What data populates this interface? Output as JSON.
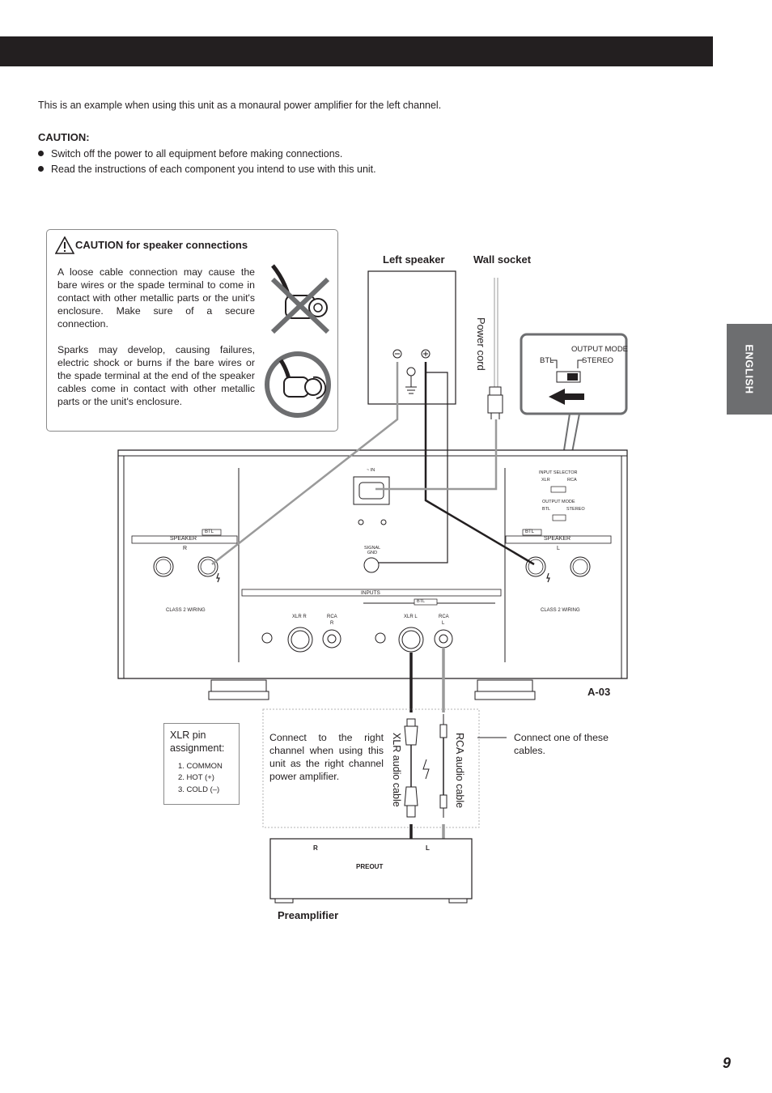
{
  "page": {
    "intro": "This is an example when using this unit as a monaural power amplifier for the left channel.",
    "caution_heading": "CAUTION:",
    "bullets": [
      "Switch off the power to all equipment before making connections.",
      "Read the instructions of each component you intend to use with this unit."
    ],
    "language_tab": "ENGLISH",
    "page_number": "9"
  },
  "caution_box": {
    "title": "CAUTION for speaker connections",
    "para1": "A loose cable connection may cause the bare wires or the spade terminal to come in contact with other metallic parts or the unit's enclosure. Make sure of a secure connection.",
    "para2": "Sparks may develop, causing failures, electric shock or burns if the bare wires or the spade terminal at the end of the speaker cables come in contact with other metallic parts or the unit's enclosure."
  },
  "diagram": {
    "left_speaker": "Left speaker",
    "wall_socket": "Wall socket",
    "power_cord": "Power cord",
    "output_mode": "OUTPUT MODE",
    "btl": "BTL",
    "stereo": "STEREO",
    "model": "A-03",
    "preamplifier": "Preamplifier",
    "preout": "PREOUT",
    "pre_r": "R",
    "pre_l": "L",
    "xlr_cable": "XLR audio cable",
    "rca_cable": "RCA audio cable",
    "connect_right": "Connect to the right channel when using this unit as the right channel power amplifier.",
    "connect_one": "Connect one of these cables.",
    "xlr_title": "XLR pin assignment:",
    "pins": [
      "1. COMMON",
      "2. HOT (+)",
      "3. COLD (–)"
    ],
    "panel": {
      "speaker": "SPEAKER",
      "r": "R",
      "l": "L",
      "btl_tag": "BTL",
      "class2": "CLASS 2 WIRING",
      "inputs": "INPUTS",
      "xlr_r": "XLR  R",
      "rca": "RCA",
      "rca_r": "R",
      "xlr_l": "XLR  L",
      "rca_l": "L",
      "input_selector": "INPUT SELECTOR",
      "xlr": "XLR",
      "signal_gnd": "SIGNAL GND",
      "ac_in": "~ IN"
    }
  }
}
